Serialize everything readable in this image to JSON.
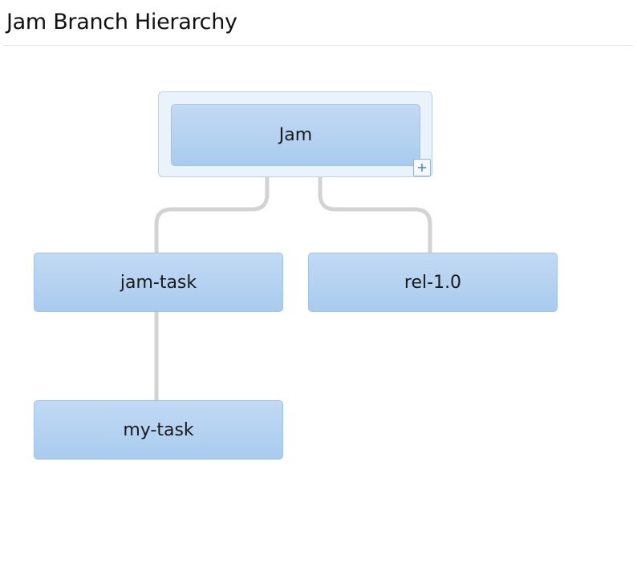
{
  "panel": {
    "title": "Jam Branch Hierarchy"
  },
  "hierarchy": {
    "root": {
      "label": "Jam",
      "expand_icon": "plus-icon"
    },
    "children": [
      {
        "label": "jam-task"
      },
      {
        "label": "rel-1.0"
      }
    ],
    "grandchildren": [
      {
        "label": "my-task",
        "parent": "jam-task"
      }
    ]
  },
  "colors": {
    "node_fill_top": "#c2daf4",
    "node_fill_bottom": "#a9cbee",
    "node_border": "#9fc3e9",
    "root_frame_fill": "#eaf3fc",
    "root_frame_border": "#b9d3ef",
    "connector": "#d3d3d3"
  }
}
